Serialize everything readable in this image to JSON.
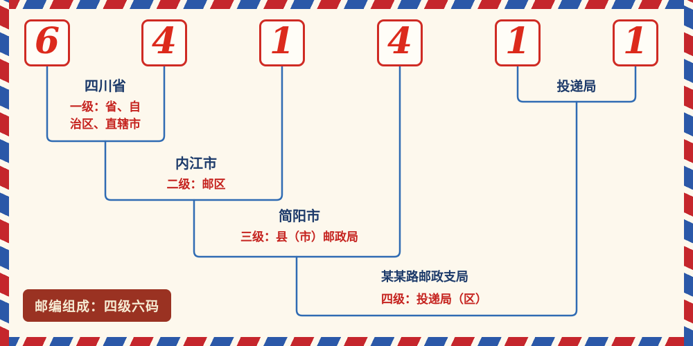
{
  "code": {
    "digits": [
      "6",
      "4",
      "1",
      "4",
      "1",
      "1"
    ]
  },
  "levels": [
    {
      "name": "四川省",
      "desc": "一级：省、自治区、直辖市"
    },
    {
      "name": "内江市",
      "desc": "二级：邮区"
    },
    {
      "name": "简阳市",
      "desc": "三级：县（市）邮政局"
    },
    {
      "name": "某某路邮政支局",
      "desc": "四级：投递局（区）"
    }
  ],
  "delivery_label": "投递局",
  "badge_text": "邮编组成：四级六码",
  "colors": {
    "stripe_red": "#c5262c",
    "stripe_blue": "#2b58a8",
    "line_blue": "#2f6bb3",
    "digit_red": "#dc2a1c",
    "place_navy": "#1c3a6a",
    "desc_red": "#c5231f",
    "badge_bg": "#9a3222",
    "background_cream": "#fdf8ed"
  }
}
